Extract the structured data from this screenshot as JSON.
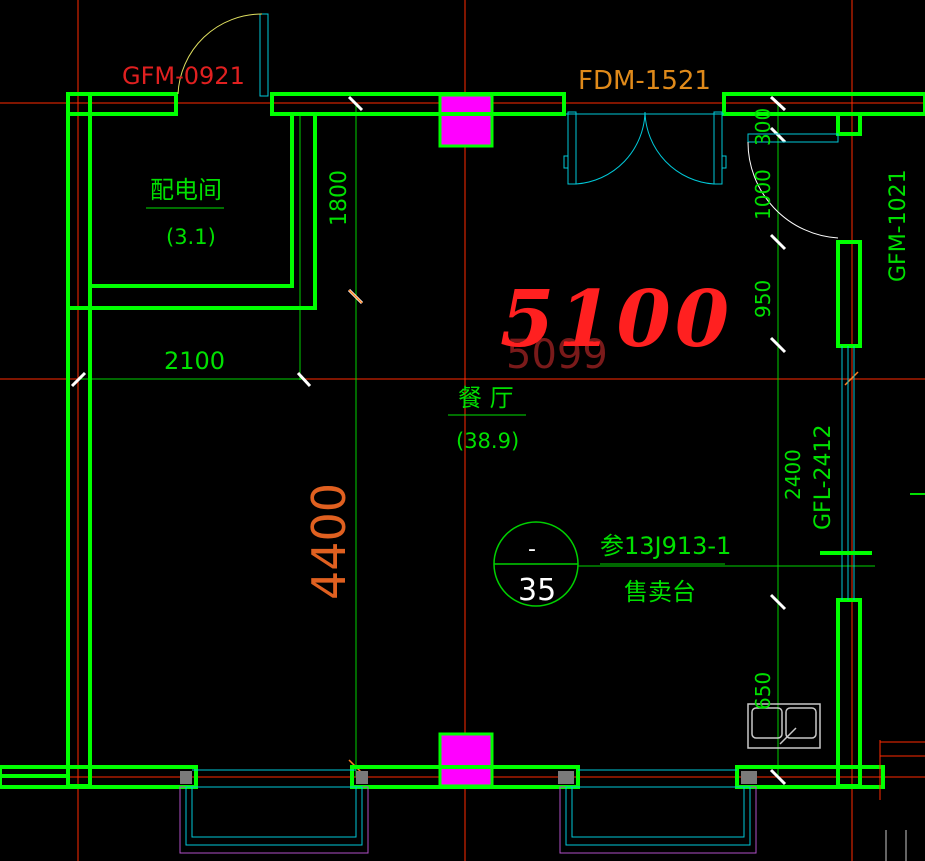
{
  "drawing": {
    "background": "#000000",
    "colors": {
      "wall": "#00ff00",
      "column": "#ff00ff",
      "axis": "#ff2a00",
      "dim": "#00d000",
      "door": "#00c8d8",
      "label_green": "#00e000",
      "label_orange": "#e08a1a",
      "label_red": "#e02020",
      "white": "#ffffff",
      "window": "#b050c8",
      "handwriting": "#ff2020"
    }
  },
  "doors": {
    "gfm_0921": "GFM-0921",
    "fdm_1521": "FDM-1521",
    "gfm_1021": "GFM-1021",
    "gfl_2412": "GFL-2412"
  },
  "rooms": {
    "distribution": {
      "name": "配电间",
      "area": "(3.1)"
    },
    "dining": {
      "name": "餐 厅",
      "area": "(38.9)"
    }
  },
  "dimensions": {
    "d1800": "1800",
    "d2100": "2100",
    "d4400": "4400",
    "d5099": "5099",
    "d300": "300",
    "d1000": "1000",
    "d950": "950",
    "d2400": "2400",
    "d650": "650"
  },
  "callout": {
    "top": "-",
    "number": "35",
    "reference": "参13J913-1",
    "item": "售卖台"
  },
  "annotation": {
    "handwritten": "5100"
  }
}
